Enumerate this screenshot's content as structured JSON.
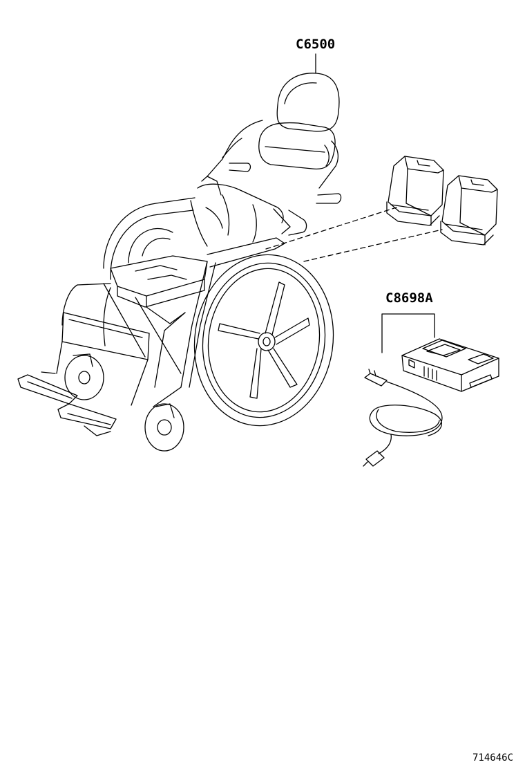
{
  "callouts": {
    "wheelchair_part": "C6500",
    "charger_part": "C8698A"
  },
  "figure_number": "714646C",
  "colors": {
    "line": "#000000",
    "background": "#ffffff"
  }
}
